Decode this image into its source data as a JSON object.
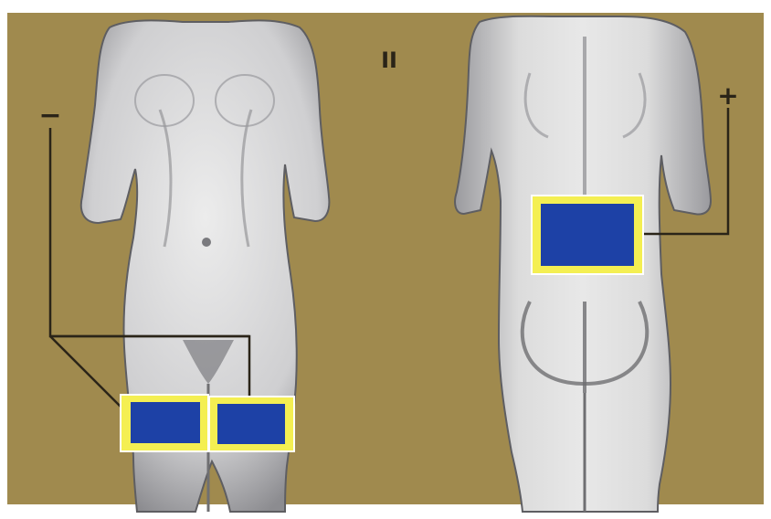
{
  "plate_label": "II",
  "electrode_polarity": {
    "front": "−",
    "back": "+"
  },
  "colors": {
    "background": "#a08a4e",
    "skin": "#dcdcdc",
    "shadow": "#6f6f72",
    "electrode_pad": "#1d41a6",
    "electrode_border": "#f4ef52",
    "wire": "#2a2418"
  },
  "figures": [
    "front-view",
    "back-view"
  ],
  "electrodes": [
    {
      "id": "left-thigh-pad",
      "view": "front",
      "polarity": "negative"
    },
    {
      "id": "right-thigh-pad",
      "view": "front",
      "polarity": "negative"
    },
    {
      "id": "lumbar-pad",
      "view": "back",
      "polarity": "positive"
    }
  ]
}
